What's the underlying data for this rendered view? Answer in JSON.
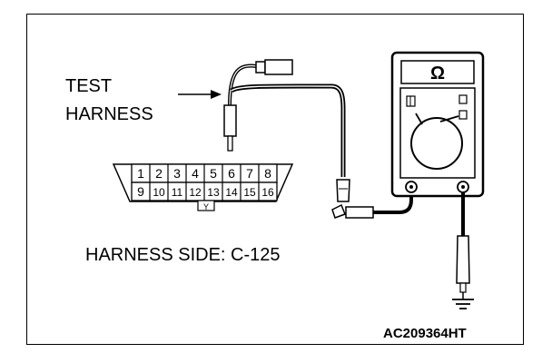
{
  "labels": {
    "test_line1": "TEST",
    "test_line2": "HARNESS",
    "harness_side": "HARNESS SIDE: C-125",
    "figure_code": "AC209364HT",
    "meter_symbol": "Ω"
  },
  "connector": {
    "top_pins": [
      "1",
      "2",
      "3",
      "4",
      "5",
      "6",
      "7",
      "8"
    ],
    "bottom_pins": [
      "9",
      "10",
      "11",
      "12",
      "13",
      "14",
      "15",
      "16"
    ],
    "key_label": "Y"
  },
  "colors": {
    "line": "#000000",
    "background": "#ffffff"
  },
  "icons": [
    "ground-symbol-icon",
    "ohm-icon",
    "multimeter-icon"
  ]
}
